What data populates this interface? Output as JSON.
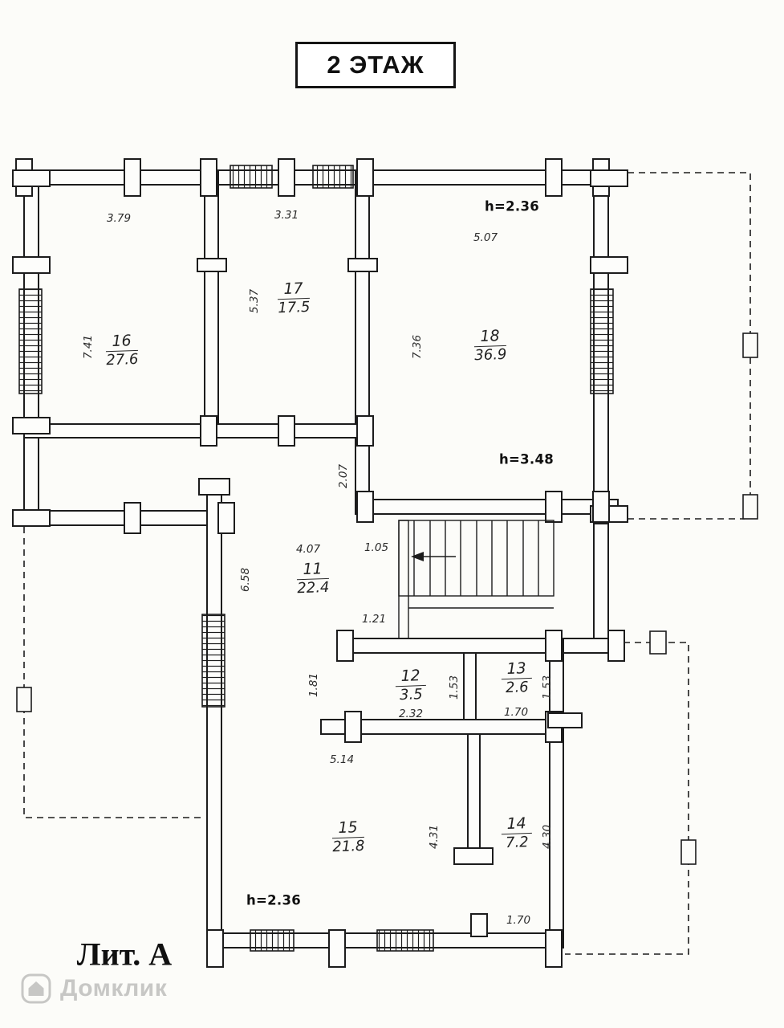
{
  "title": "2 ЭТАЖ",
  "liter": "Лит. А",
  "watermark": "Домклик",
  "colors": {
    "ink": "#1c1c1c",
    "paper": "#fcfcf9",
    "watermark_gray": "#c7c7c5"
  },
  "plan": {
    "rooms": [
      {
        "number": "16",
        "area": "27.6"
      },
      {
        "number": "17",
        "area": "17.5"
      },
      {
        "number": "18",
        "area": "36.9"
      },
      {
        "number": "11",
        "area": "22.4"
      },
      {
        "number": "12",
        "area": "3.5"
      },
      {
        "number": "13",
        "area": "2.6"
      },
      {
        "number": "15",
        "area": "21.8"
      },
      {
        "number": "14",
        "area": "7.2"
      }
    ],
    "heights": [
      "h=2.36",
      "h=3.48",
      "h=2.36"
    ],
    "dims": [
      "3.79",
      "3.31",
      "5.07",
      "5.37",
      "7.41",
      "7.36",
      "2.07",
      "4.07",
      "1.05",
      "6.58",
      "1.21",
      "2.32",
      "1.53",
      "1.70",
      "1.53",
      "1.81",
      "5.14",
      "4.31",
      "4.30",
      "1.70"
    ]
  }
}
